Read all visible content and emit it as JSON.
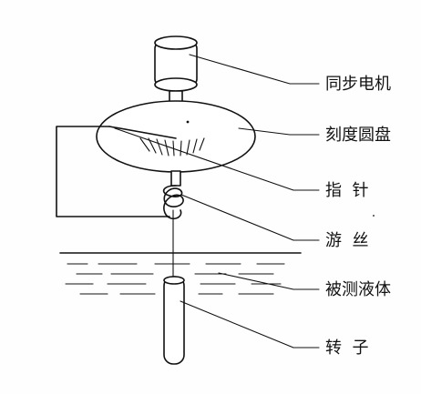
{
  "labels": {
    "motor": "同步电机",
    "dial": "刻度圆盘",
    "pointer": "指  针",
    "spring": "游  丝",
    "liquid": "被测液体",
    "rotor": "转  子"
  }
}
